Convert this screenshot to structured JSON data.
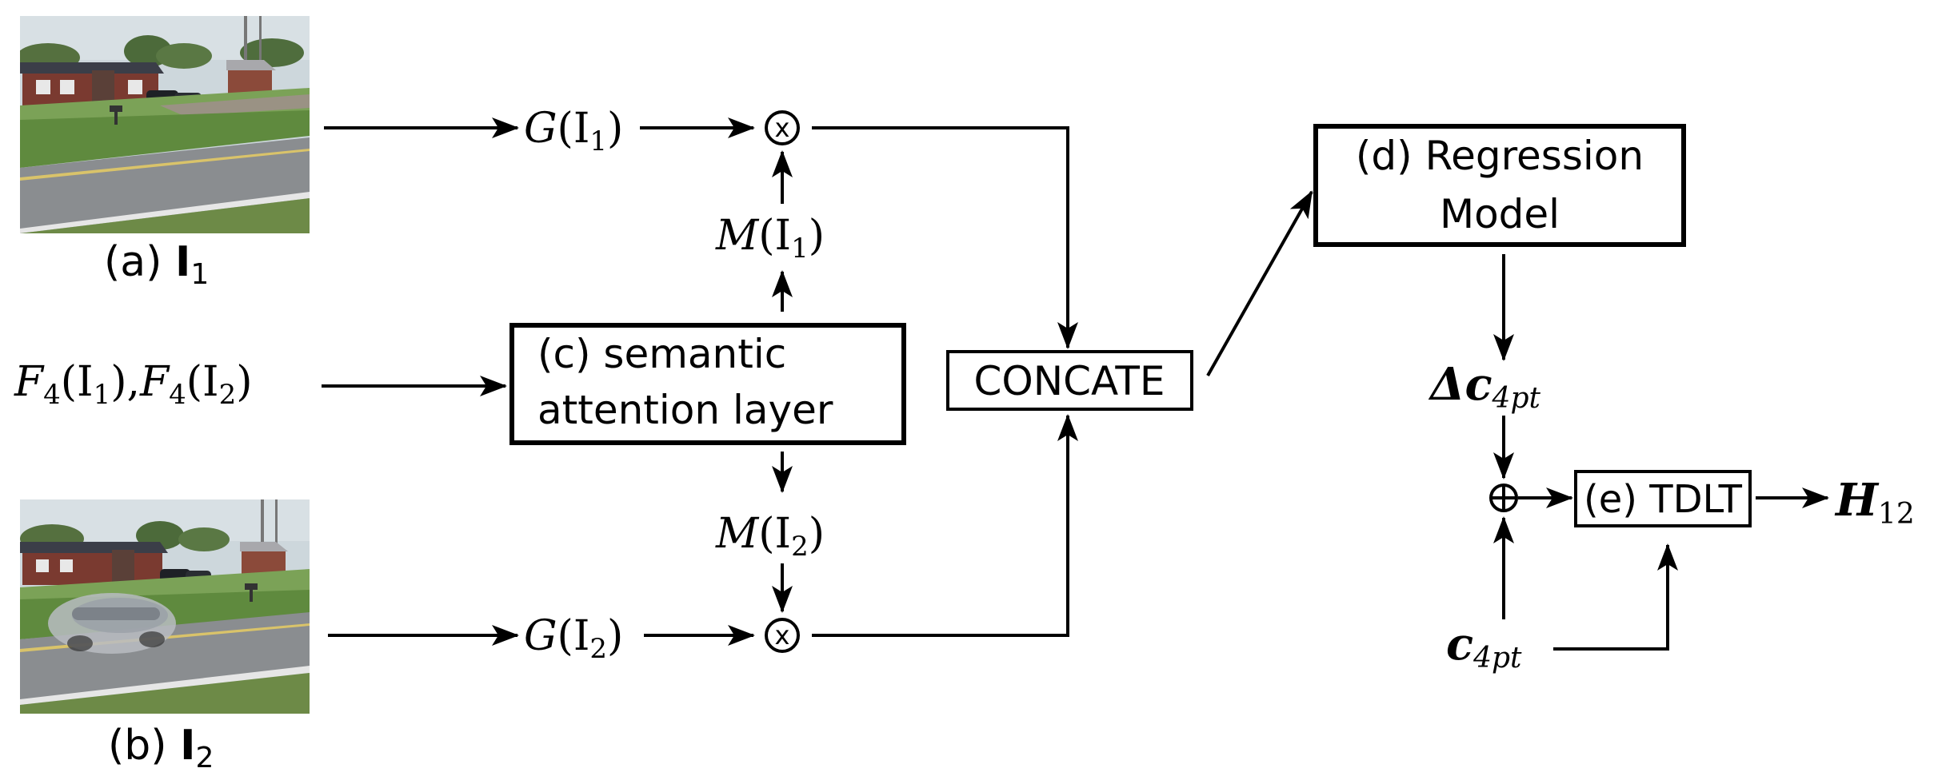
{
  "images": {
    "frame1": {
      "caption_prefix": "(a)",
      "caption_symbol": "I",
      "caption_sub": "1"
    },
    "frame2": {
      "caption_prefix": "(b)",
      "caption_symbol": "I",
      "caption_sub": "2"
    }
  },
  "inputs": {
    "features": {
      "f1": "F",
      "f1_sub": "4",
      "arg1": "(I",
      "arg1_sub": "1",
      "sep": "),",
      "f2": "F",
      "f2_sub": "4",
      "arg2": "(I",
      "arg2_sub": "2",
      "close": ")"
    }
  },
  "nodes": {
    "g1": {
      "func": "G",
      "arg": "(I",
      "sub": "1",
      "close": ")"
    },
    "g2": {
      "func": "G",
      "arg": "(I",
      "sub": "2",
      "close": ")"
    },
    "m1": {
      "func": "M",
      "arg": "(I",
      "sub": "1",
      "close": ")"
    },
    "m2": {
      "func": "M",
      "arg": "(I",
      "sub": "2",
      "close": ")"
    },
    "mult1": "x",
    "mult2": "x",
    "attention": {
      "line1": "(c) semantic",
      "line2": "attention layer"
    },
    "concate": "CONCATE",
    "regression": {
      "line1": "(d) Regression",
      "line2": "Model"
    },
    "delta": {
      "symbol": "Δc",
      "sub": "4pt"
    },
    "c4pt": {
      "symbol": "c",
      "sub": "4pt"
    },
    "tdlt": "(e) TDLT",
    "output": {
      "symbol": "H",
      "sub": "12"
    }
  },
  "colors": {
    "stroke": "#000000",
    "sky": "#c9d3d9",
    "grass": "#5f8a3e",
    "road": "#8a8d90",
    "house": "#7a3a30",
    "roof": "#3b3e48",
    "car_light": "#b8bcc2"
  }
}
